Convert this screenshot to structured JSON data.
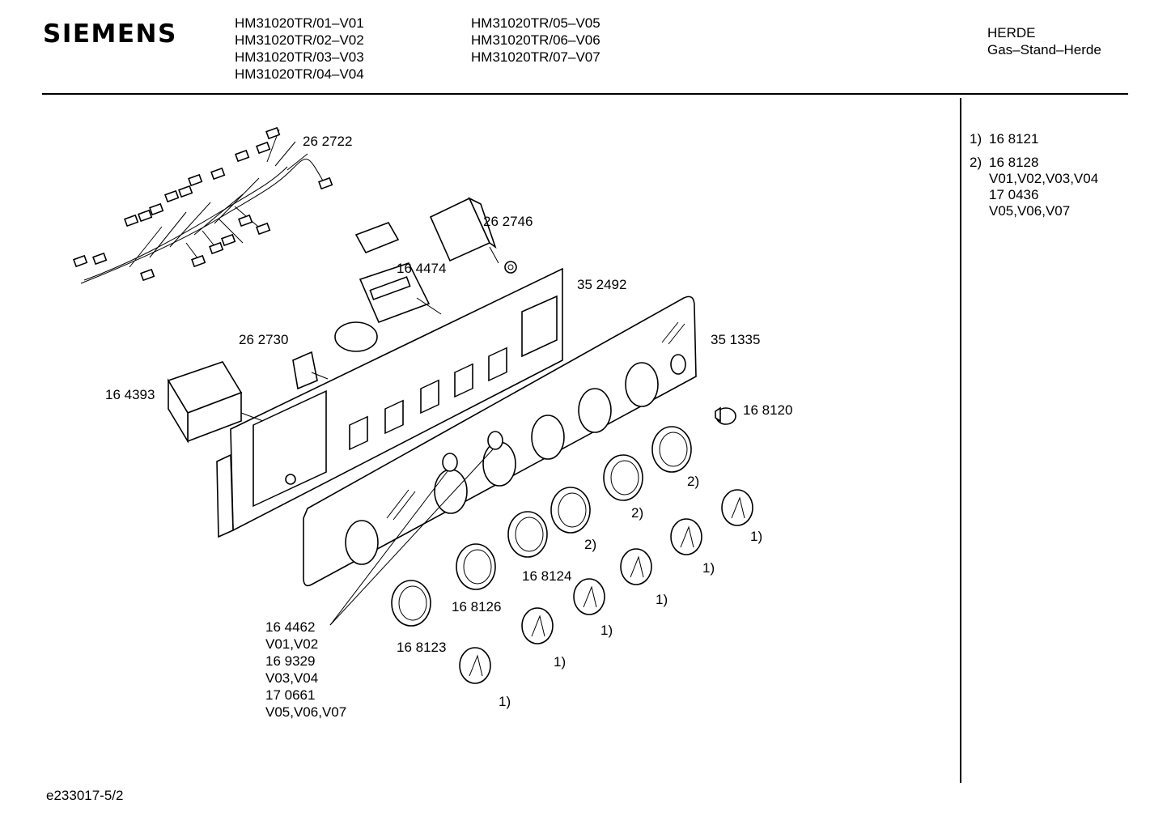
{
  "header": {
    "brand": "SIEMENS",
    "models_col1": [
      "HM31020TR/01–V01",
      "HM31020TR/02–V02",
      "HM31020TR/03–V03",
      "HM31020TR/04–V04"
    ],
    "models_col2": [
      "HM31020TR/05–V05",
      "HM31020TR/06–V06",
      "HM31020TR/07–V07"
    ],
    "category": "HERDE",
    "subcategory": "Gas–Stand–Herde"
  },
  "notes": [
    {
      "marker": "1)",
      "lines": [
        "16 8121"
      ]
    },
    {
      "marker": "2)",
      "lines": [
        "16 8128",
        "V01,V02,V03,V04",
        "17 0436",
        "V05,V06,V07"
      ]
    }
  ],
  "parts": {
    "wiring_harness": "26 2722",
    "switch": "26 2746",
    "selector": "16 4474",
    "control_panel": "35 2492",
    "thermostat": "26 2730",
    "fascia": "35 1335",
    "timer_switch": "16 4393",
    "lamp": "16 8120",
    "knob_ring_a": "16 8124",
    "knob_ring_b": "16 8126",
    "knob_ring_c": "16 8123"
  },
  "spindle_refs": [
    "16 4462",
    "V01,V02",
    "16 9329",
    "V03,V04",
    "17 0661",
    "V05,V06,V07"
  ],
  "callouts": {
    "one": "1)",
    "two": "2)"
  },
  "footer": "e233017-5/2"
}
